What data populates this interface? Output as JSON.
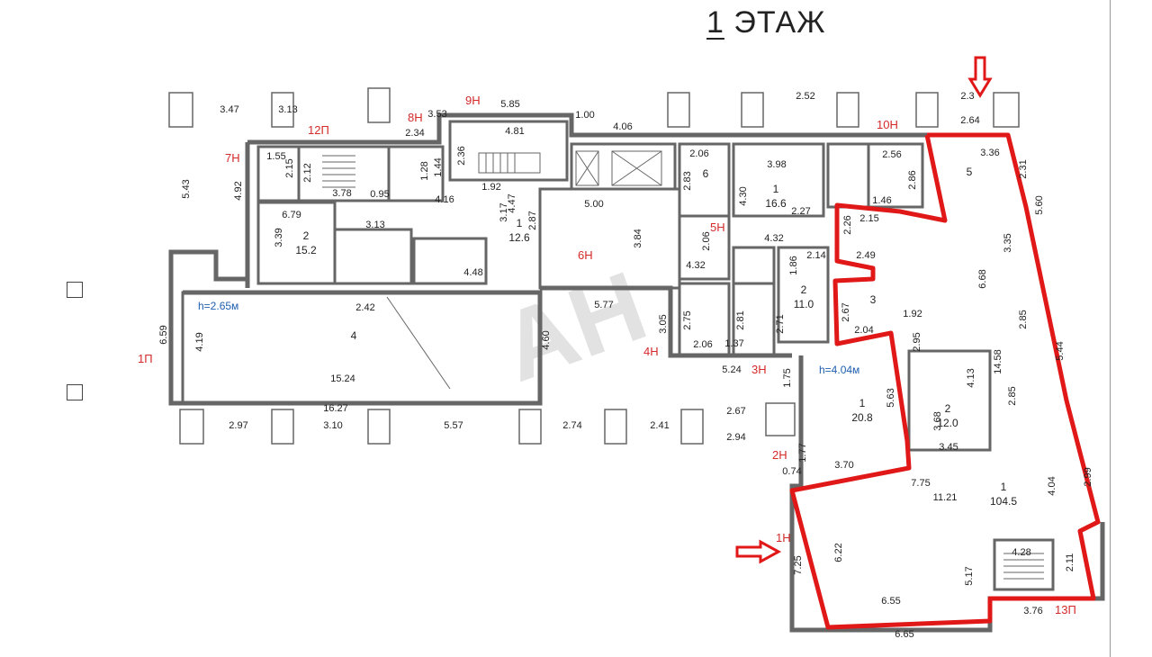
{
  "title": {
    "number": "1",
    "label": "ЭТАЖ"
  },
  "watermark": "AH",
  "heights": {
    "left_hall": "h=2.65м",
    "right_office": "h=4.04м"
  },
  "colors": {
    "highlight": "#e01818",
    "label_red": "#d42a2a",
    "label_blue": "#2060b0",
    "wall": "#666666",
    "text": "#222222"
  },
  "marks": [
    {
      "id": "mark-1p",
      "text": "1П"
    },
    {
      "id": "mark-12p",
      "text": "12П"
    },
    {
      "id": "mark-7n",
      "text": "7Н"
    },
    {
      "id": "mark-8n",
      "text": "8Н"
    },
    {
      "id": "mark-9n",
      "text": "9Н"
    },
    {
      "id": "mark-6n",
      "text": "6Н"
    },
    {
      "id": "mark-5n",
      "text": "5Н"
    },
    {
      "id": "mark-4n",
      "text": "4Н"
    },
    {
      "id": "mark-3n",
      "text": "3Н"
    },
    {
      "id": "mark-2n",
      "text": "2Н"
    },
    {
      "id": "mark-1n",
      "text": "1Н"
    },
    {
      "id": "mark-10n",
      "text": "10Н"
    },
    {
      "id": "mark-13p",
      "text": "13П"
    }
  ],
  "room_labels": [
    {
      "num": "1",
      "area": "20.8"
    },
    {
      "num": "2",
      "area": "12.0"
    },
    {
      "num": "1",
      "area": "104.5"
    },
    {
      "num": "1",
      "area": "16.6"
    },
    {
      "num": "1",
      "area": "12.6"
    },
    {
      "num": "2",
      "area": "15.2"
    },
    {
      "num": "2",
      "area": "11.0"
    },
    {
      "num": "4",
      "area": ""
    },
    {
      "num": "5",
      "area": ""
    },
    {
      "num": "3",
      "area": ""
    },
    {
      "num": "6",
      "area": ""
    }
  ],
  "dims": [
    "3.47",
    "3.13",
    "5.85",
    "4.81",
    "1.00",
    "4.06",
    "2.52",
    "2.3",
    "2.64",
    "3.36",
    "2.31",
    "5.60",
    "3.35",
    "6.68",
    "2.85",
    "5.44",
    "14.58",
    "2.85",
    "2.99",
    "4.04",
    "11.21",
    "7.75",
    "4.28",
    "3.76",
    "6.65",
    "6.55",
    "6.22",
    "7.25",
    "5.17",
    "2.11",
    "0.74",
    "1.77",
    "3.70",
    "5.63",
    "3.68",
    "4.13",
    "3.45",
    "1.75",
    "5.24",
    "2.67",
    "2.94",
    "2.41",
    "2.74",
    "5.57",
    "3.10",
    "2.97",
    "16.27",
    "15.24",
    "4.19",
    "6.59",
    "5.43",
    "4.92",
    "1.55",
    "2.15",
    "2.12",
    "3.78",
    "2.34",
    "3.53",
    "1.28",
    "1.44",
    "0.95",
    "4.16",
    "6.79",
    "3.39",
    "3.13",
    "2.42",
    "4.48",
    "5.77",
    "4.60",
    "3.05",
    "2.75",
    "2.06",
    "2.81",
    "1.37",
    "2.71",
    "4.32",
    "1.86",
    "2.14",
    "4.32",
    "2.06",
    "3.84",
    "5.00",
    "3.17",
    "4.47",
    "2.87",
    "2.36",
    "2.83",
    "2.06",
    "4.30",
    "3.98",
    "2.27",
    "2.56",
    "2.86",
    "1.46",
    "2.15",
    "2.26",
    "2.49",
    "2.67",
    "2.04",
    "2.95",
    "1.92",
    "1.92"
  ]
}
